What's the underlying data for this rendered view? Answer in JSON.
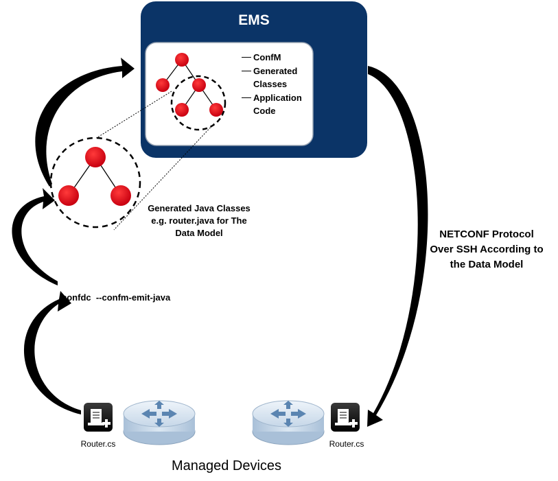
{
  "ems": {
    "title": "EMS",
    "legend": [
      "ConfM",
      "Generated Classes",
      "Application Code"
    ]
  },
  "generated_classes_caption": [
    "Generated Java Classes",
    "e.g. router.java for The",
    "Data Model"
  ],
  "protocol_caption": [
    "NETCONF Protocol",
    "Over SSH According to",
    "the Data Model"
  ],
  "command": "confdc  --confm-emit-java",
  "devices": {
    "label": "Managed Devices",
    "config_files": [
      "Router.cs",
      "Router.cs"
    ]
  },
  "colors": {
    "ems_box": "#0b3467",
    "node": "#d40010",
    "router_body": "#b8cde0",
    "router_arrow": "#5b85b1",
    "arrow": "#000000"
  },
  "icons": [
    "config-file-icon",
    "router-icon"
  ]
}
